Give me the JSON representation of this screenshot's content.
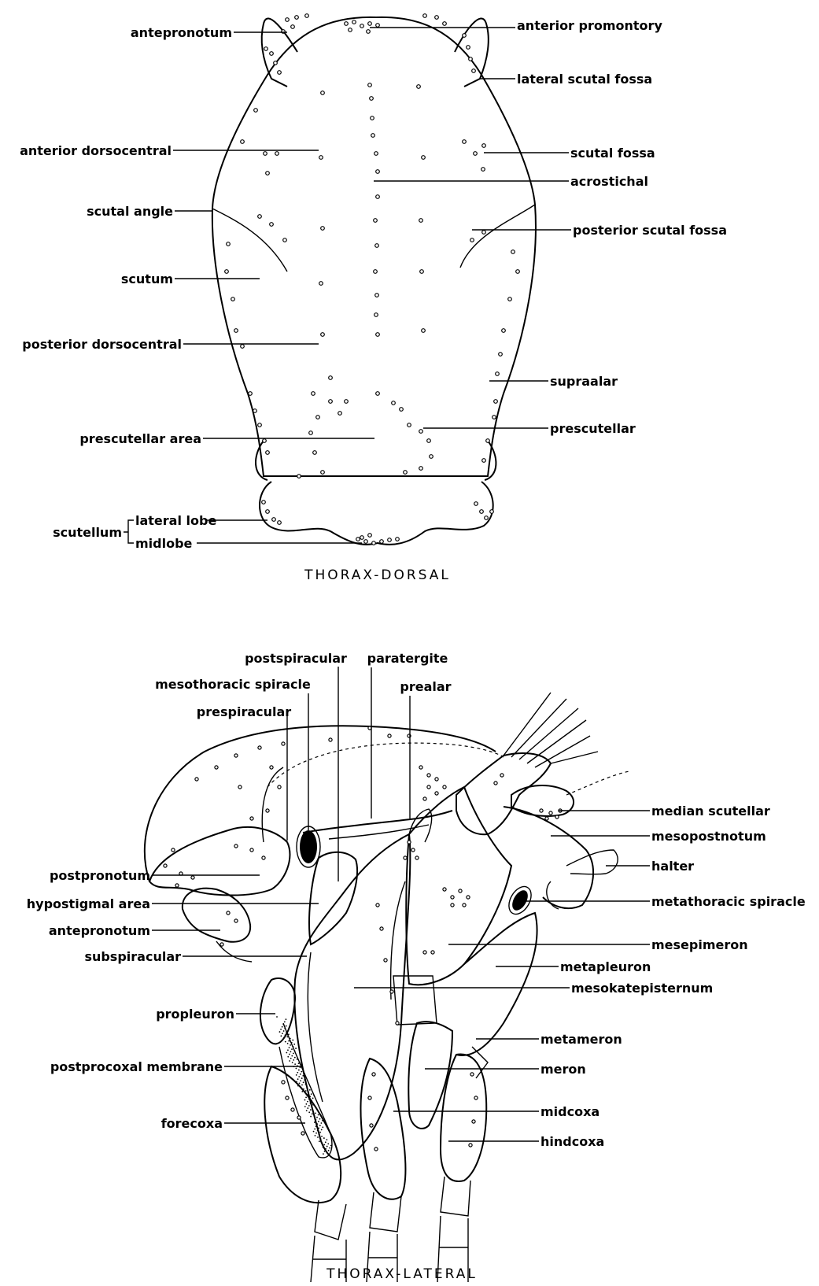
{
  "dorsal": {
    "caption": "THORAX-DORSAL",
    "labels": {
      "antepronotum": "antepronotum",
      "anterior_promontory": "anterior promontory",
      "lateral_scutal_fossa": "lateral scutal fossa",
      "anterior_dorsocentral": "anterior dorsocentral",
      "scutal_fossa": "scutal fossa",
      "acrostichal": "acrostichal",
      "scutal_angle": "scutal angle",
      "posterior_scutal_fossa": "posterior scutal fossa",
      "scutum": "scutum",
      "posterior_dorsocentral": "posterior dorsocentral",
      "supraalar": "supraalar",
      "prescutellar_area": "prescutellar area",
      "prescutellar": "prescutellar",
      "scutellum": "scutellum",
      "lateral_lobe": "lateral lobe",
      "midlobe": "midlobe"
    }
  },
  "lateral": {
    "caption": "THORAX-LATERAL",
    "labels": {
      "postspiracular": "postspiracular",
      "paratergite": "paratergite",
      "mesothoracic_spiracle": "mesothoracic spiracle",
      "prealar": "prealar",
      "prespiracular": "prespiracular",
      "median_scutellar": "median scutellar",
      "mesopostnotum": "mesopostnotum",
      "postpronotum": "postpronotum",
      "halter": "halter",
      "hypostigmal_area": "hypostigmal area",
      "metathoracic_spiracle": "metathoracic spiracle",
      "antepronotum": "antepronotum",
      "mesepimeron": "mesepimeron",
      "metapleuron": "metapleuron",
      "subspiracular": "subspiracular",
      "mesokatepisternum": "mesokatepisternum",
      "propleuron": "propleuron",
      "metameron": "metameron",
      "postprocoxal_membrane": "postprocoxal membrane",
      "meron": "meron",
      "midcoxa": "midcoxa",
      "forecoxa": "forecoxa",
      "hindcoxa": "hindcoxa"
    }
  }
}
